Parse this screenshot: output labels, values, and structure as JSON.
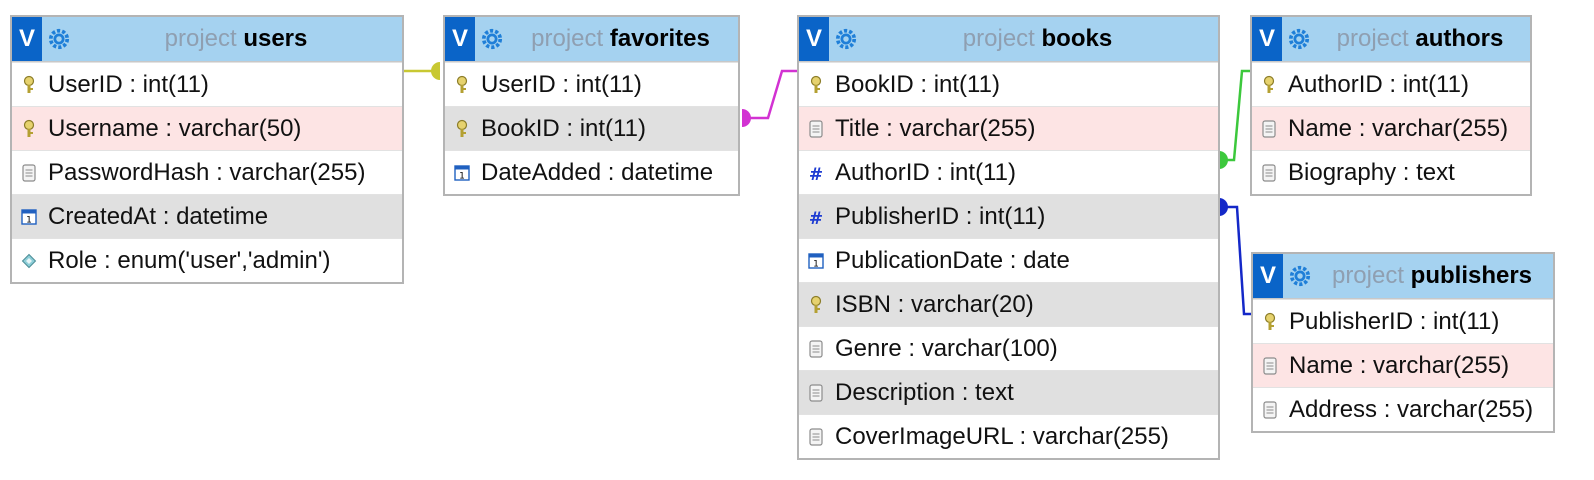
{
  "tables": {
    "users": {
      "schema": "project",
      "name": "users",
      "toggle": "V",
      "columns": [
        {
          "text": "UserID : int(11)",
          "icon": "primary-key-icon"
        },
        {
          "text": "Username : varchar(50)",
          "icon": "primary-key-icon"
        },
        {
          "text": "PasswordHash : varchar(255)",
          "icon": "text-column-icon"
        },
        {
          "text": "CreatedAt : datetime",
          "icon": "date-column-icon"
        },
        {
          "text": "Role : enum('user','admin')",
          "icon": "enum-column-icon"
        }
      ]
    },
    "favorites": {
      "schema": "project",
      "name": "favorites",
      "toggle": "V",
      "columns": [
        {
          "text": "UserID : int(11)",
          "icon": "primary-key-icon"
        },
        {
          "text": "BookID : int(11)",
          "icon": "primary-key-icon"
        },
        {
          "text": "DateAdded : datetime",
          "icon": "date-column-icon"
        }
      ]
    },
    "books": {
      "schema": "project",
      "name": "books",
      "toggle": "V",
      "columns": [
        {
          "text": "BookID : int(11)",
          "icon": "primary-key-icon"
        },
        {
          "text": "Title : varchar(255)",
          "icon": "text-column-icon"
        },
        {
          "text": "AuthorID : int(11)",
          "icon": "numeric-column-icon"
        },
        {
          "text": "PublisherID : int(11)",
          "icon": "numeric-column-icon"
        },
        {
          "text": "PublicationDate : date",
          "icon": "date-column-icon"
        },
        {
          "text": "ISBN : varchar(20)",
          "icon": "primary-key-icon"
        },
        {
          "text": "Genre : varchar(100)",
          "icon": "text-column-icon"
        },
        {
          "text": "Description : text",
          "icon": "text-column-icon"
        },
        {
          "text": "CoverImageURL : varchar(255)",
          "icon": "text-column-icon"
        }
      ]
    },
    "authors": {
      "schema": "project",
      "name": "authors",
      "toggle": "V",
      "columns": [
        {
          "text": "AuthorID : int(11)",
          "icon": "primary-key-icon"
        },
        {
          "text": "Name : varchar(255)",
          "icon": "text-column-icon"
        },
        {
          "text": "Biography : text",
          "icon": "text-column-icon"
        }
      ]
    },
    "publishers": {
      "schema": "project",
      "name": "publishers",
      "toggle": "V",
      "columns": [
        {
          "text": "PublisherID : int(11)",
          "icon": "primary-key-icon"
        },
        {
          "text": "Name : varchar(255)",
          "icon": "text-column-icon"
        },
        {
          "text": "Address : varchar(255)",
          "icon": "text-column-icon"
        }
      ]
    }
  },
  "relations": [
    {
      "from": "users.UserID",
      "to": "favorites.UserID",
      "color": "#c8c832"
    },
    {
      "from": "favorites.BookID",
      "to": "books.BookID",
      "color": "#d232d2"
    },
    {
      "from": "books.AuthorID",
      "to": "authors.AuthorID",
      "color": "#3cc83c"
    },
    {
      "from": "books.PublisherID",
      "to": "publishers.PublisherID",
      "color": "#1428c8"
    }
  ],
  "colors": {
    "header_bg": "#a5d2f0",
    "toggle_bg": "#0a64c8",
    "schema_text": "#8f9fb1",
    "row_highlight_pink": "#fde4e4",
    "row_highlight_gray": "#e0e0e0"
  }
}
